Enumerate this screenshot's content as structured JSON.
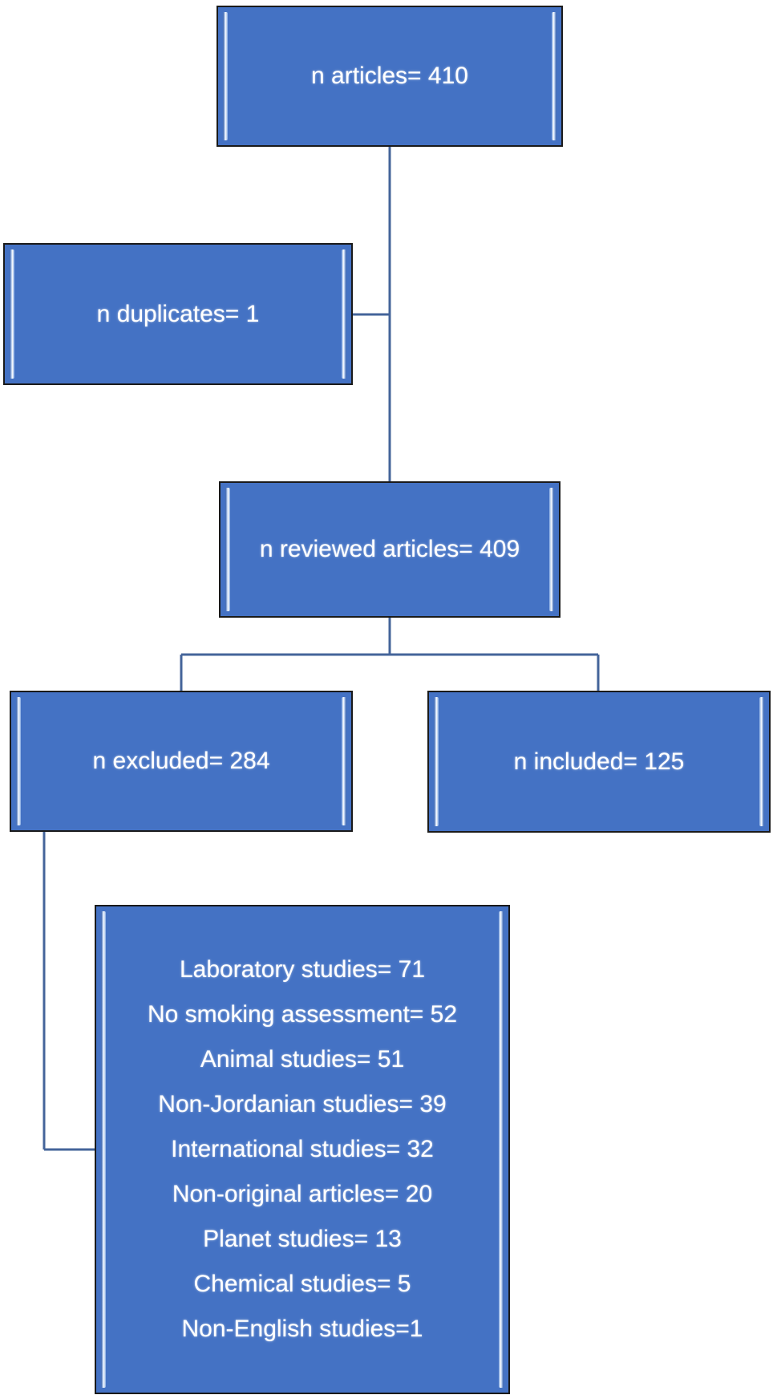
{
  "flowchart": {
    "articles": "n articles= 410",
    "duplicates": "n duplicates= 1",
    "reviewed": "n reviewed articles= 409",
    "excluded": "n excluded= 284",
    "included": "n included= 125",
    "exclusion_reasons": [
      "Laboratory studies= 71",
      "No smoking assessment= 52",
      "Animal studies= 51",
      "Non-Jordanian studies= 39",
      "International studies= 32",
      "Non-original articles= 20",
      "Planet studies= 13",
      "Chemical studies= 5",
      "Non-English studies=1"
    ]
  },
  "colors": {
    "box_fill": "#4472c4",
    "connector": "#44649a",
    "box_border": "#1a1a1a",
    "text": "#ffffff"
  }
}
